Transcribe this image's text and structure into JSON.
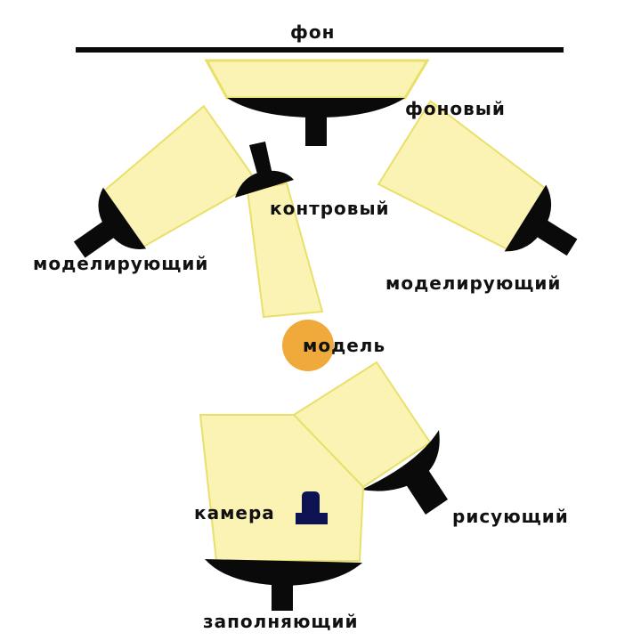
{
  "diagram": {
    "type": "studio-lighting-scheme",
    "colors": {
      "beam_fill": "#fbf3b3",
      "beam_stroke": "#e8e06a",
      "fixture": "#0a0a0a",
      "model": "#f0a93b",
      "camera": "#0d1250",
      "text": "#111111"
    },
    "labels": {
      "background": "фон",
      "background_light": "фоновый",
      "back_light": "контровый",
      "modeling_left": "моделирующий",
      "modeling_right": "моделирующий",
      "model": "модель",
      "key_light": "рисующий",
      "camera": "камера",
      "fill_light": "заполняющий"
    }
  }
}
